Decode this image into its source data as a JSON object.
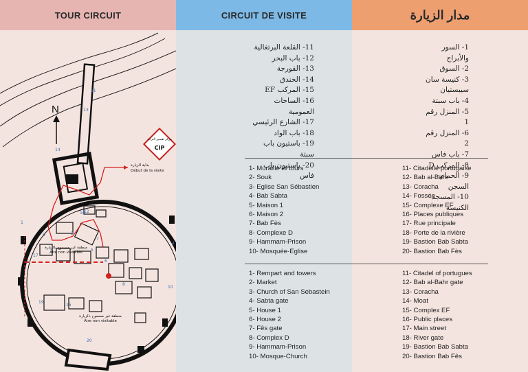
{
  "headers": {
    "tour": "TOUR CIRCUIT",
    "visite": "CIRCUIT DE VISITE",
    "ziyara": "مدار الزيارة"
  },
  "arabic_list_a": [
    "11- القلعة البرتغالية",
    "12- باب البحر",
    "13- القورجة",
    "14- الخندق",
    "15- المركب EF",
    "16- الساحات العمومية",
    "17- الشارع الرئيسي",
    "18- باب الواد",
    "19- باستيون باب سبتة",
    "20- باستيون باب فاس"
  ],
  "arabic_list_b": [
    "1- السور والأبراج",
    "2- السوق",
    "3- كنيسة سان سيبستيان",
    "4- باب سبتة",
    "5- المنزل رقم 1",
    "6- المنزل رقم 2",
    "7- باب فاس",
    "8- المركب D",
    "9- الحمام-السجن",
    "10- المسجد-الكنيسة"
  ],
  "french_list_a": [
    "1- Muraille et tours",
    "2- Souk",
    "3- Eglise San Sébastien",
    "4- Bab Sabta",
    "5- Maison 1",
    "6- Maison 2",
    "7- Bab Fès",
    "8- Complexe D",
    "9- Hammam-Prison",
    "10- Mosquée-Eglise"
  ],
  "french_list_b": [
    "11- Citadelle portugaise",
    "12- Bab al-Bahr",
    "13- Coracha",
    "14- Fossée",
    "15- Complexe EF",
    "16- Places publiques",
    "17- Rue principale",
    "18- Porte de la rivière",
    "19- Bastion Bab Sabta",
    "20- Bastion Bab Fès"
  ],
  "english_list_a": [
    "1- Rempart and towers",
    "2- Market",
    "3- Church of San Sebastein",
    "4- Sabta gate",
    "5- House 1",
    "6- House 2",
    "7- Fês gate",
    "8- Complex D",
    "9- Hammam-Prison",
    "10- Mosque-Church"
  ],
  "english_list_b": [
    "11- Citadel of portugues",
    "12- Bab al-Bahr gate",
    "13- Coracha",
    "14- Moat",
    "15- Complex EF",
    "16- Public places",
    "17- Main street",
    "18- River gate",
    "19- Bastion Bab Sabta",
    "20- Bastion Bab Fês"
  ],
  "map": {
    "north": "N",
    "cip_arabic": "مركز تفسير التراث",
    "cip": "CIP",
    "start_arabic": "بداية الزيارة",
    "start": "Début de la visite",
    "nonvisit_arabic": "منطقة غير مسموح بالزيارة",
    "nonvisit": "Aire non visitable",
    "numbers": [
      "1",
      "2",
      "3",
      "4",
      "5",
      "6",
      "7",
      "8",
      "9",
      "10",
      "11",
      "12",
      "13",
      "14",
      "15",
      "16",
      "17",
      "18",
      "19",
      "20"
    ],
    "colors": {
      "wall": "#1a1a1a",
      "route": "#d42020",
      "sea": "#f4e4df"
    }
  }
}
